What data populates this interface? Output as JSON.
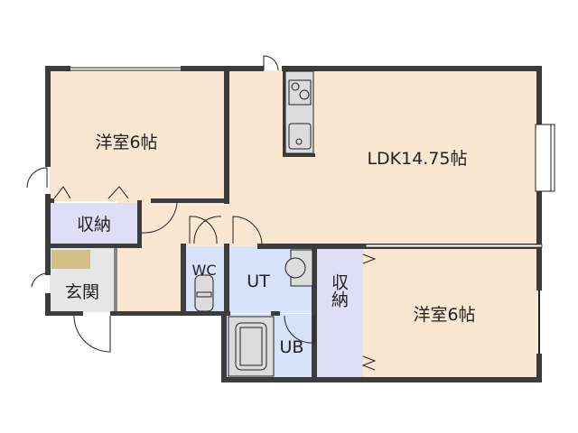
{
  "floorplan": {
    "rooms": {
      "western_room_1": "洋室6帖",
      "ldk": "LDK14.75帖",
      "storage_1": "収納",
      "entrance": "玄関",
      "wc": "WC",
      "utility": "UT",
      "storage_2": "収納",
      "bath": "UB",
      "western_room_2": "洋室6帖"
    },
    "colors": {
      "room": "#f9e7d2",
      "storage": "#e0ddf7",
      "wet": "#d9e2fb",
      "entrance": "#e6e6e6",
      "shoe_box": "#d4bf86",
      "wall": "#3c3c3c"
    }
  }
}
